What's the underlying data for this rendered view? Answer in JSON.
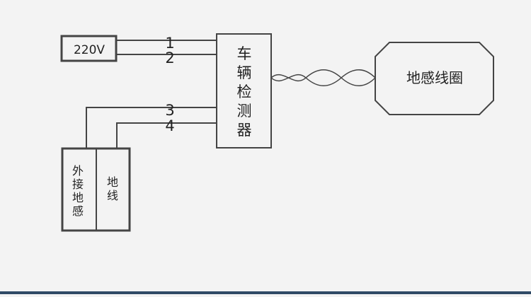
{
  "power_label": "220V",
  "wire_labels": [
    "1",
    "2",
    "3",
    "4"
  ],
  "detector_label": [
    "车",
    "辆",
    "检",
    "测",
    "器"
  ],
  "loop_label": "地感线圈",
  "external_label": [
    "外",
    "接",
    "地",
    "感"
  ],
  "ground_label": [
    "地",
    "线"
  ],
  "colors": {
    "line": "#444444",
    "fill": "#f3f3f3",
    "text": "#222222",
    "bottom_bar": "#2f4a66"
  }
}
